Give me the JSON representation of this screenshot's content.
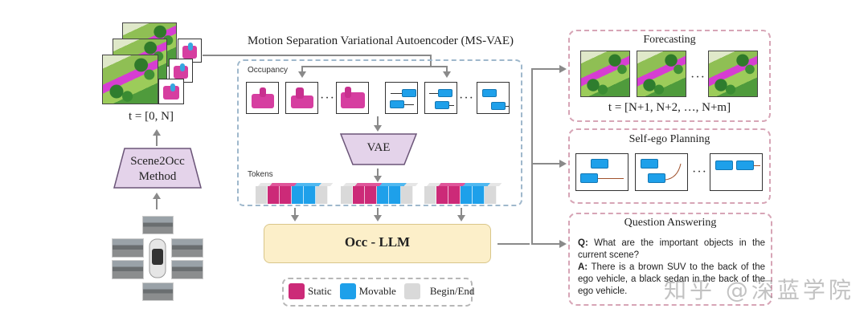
{
  "left_column": {
    "input_time_label": "t = [0, N]",
    "method_box": {
      "line1": "Scene2Occ",
      "line2": "Method"
    },
    "camera_views": [
      "front",
      "front-left",
      "front-right",
      "back-left",
      "back-right",
      "back"
    ],
    "center_vehicle": "ego-car"
  },
  "ms_vae": {
    "title": "Motion Separation Variational Autoencoder (MS-VAE)",
    "occupancy_label": "Occupancy",
    "ellipsis": "···",
    "vae_label": "VAE",
    "tokens_label": "Tokens",
    "token_groups": [
      [
        "begin",
        "static",
        "static",
        "movable",
        "movable",
        "end"
      ],
      [
        "begin",
        "static",
        "static",
        "movable",
        "movable",
        "end"
      ],
      [
        "begin",
        "static",
        "static",
        "movable",
        "movable",
        "end"
      ]
    ]
  },
  "occ_llm": {
    "label": "Occ - LLM"
  },
  "legend": {
    "items": [
      {
        "label": "Static",
        "color": "#cc2a78"
      },
      {
        "label": "Movable",
        "color": "#1ea0ea"
      },
      {
        "label": "Begin/End",
        "color": "#d9d9d9"
      }
    ]
  },
  "tasks": {
    "forecasting": {
      "title": "Forecasting",
      "time_label": "t = [N+1, N+2, …, N+m]",
      "ellipsis": "···"
    },
    "planning": {
      "title": "Self-ego Planning",
      "ellipsis": "···"
    },
    "qa": {
      "title": "Question Answering",
      "q_prefix": "Q:",
      "question": " What are the important objects in the current scene?",
      "a_prefix": "A:",
      "answer": " There is a brown SUV to the back of the ego vehicle, a black sedan in the back of the ego vehicle."
    }
  },
  "watermark": "知乎 @深蓝学院",
  "colors": {
    "static": "#cc2a78",
    "movable": "#1ea0ea",
    "begin_end": "#d9d9d9",
    "vae_fill": "#e4d3ea",
    "llm_fill": "#fcefc9",
    "arrow": "#8a8a8a"
  }
}
